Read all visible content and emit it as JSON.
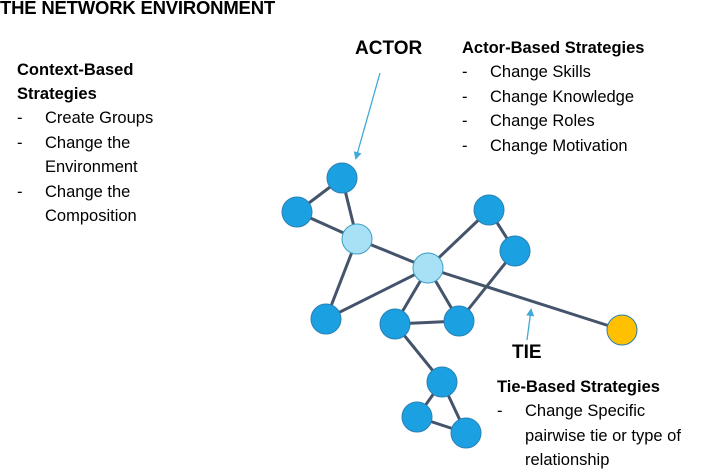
{
  "title": "THE NETWORK ENVIRONMENT",
  "labels": {
    "actor": "ACTOR",
    "tie": "TIE"
  },
  "context_strategies": {
    "heading_line1": "Context-Based",
    "heading_line2": "Strategies",
    "items": [
      "Create Groups",
      "Change the Environment",
      "Change the Composition"
    ]
  },
  "actor_strategies": {
    "heading": "Actor-Based Strategies",
    "items": [
      "Change Skills",
      "Change Knowledge",
      "Change Roles",
      "Change Motivation"
    ]
  },
  "tie_strategies": {
    "heading": "Tie-Based Strategies",
    "items": [
      "Change Specific pairwise tie or type of relationship"
    ]
  },
  "colors": {
    "node_blue": "#1ba1e2",
    "node_light": "#a8e0f5",
    "node_orange": "#ffc000",
    "edge": "#44546a",
    "arrow": "#41a9d8"
  }
}
